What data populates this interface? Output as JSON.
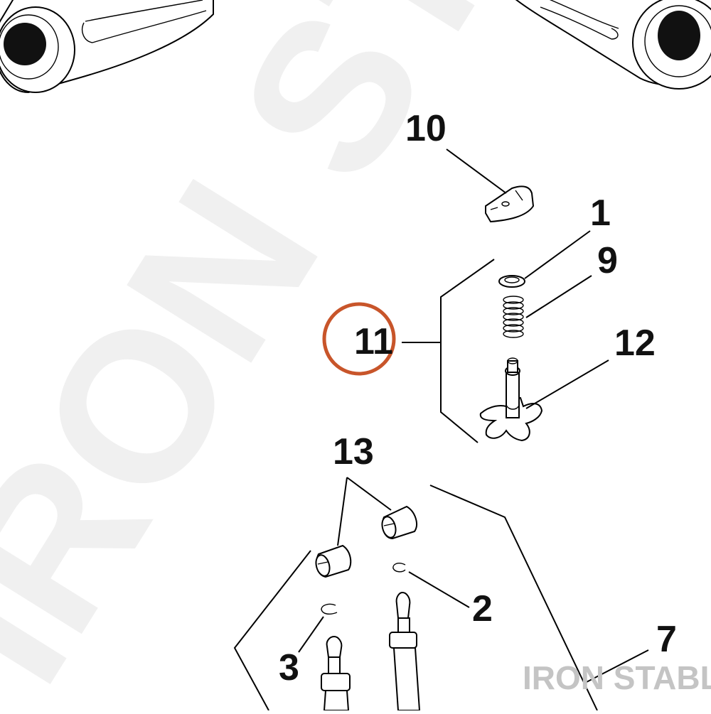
{
  "diagram": {
    "callouts": {
      "c1": "1",
      "c2": "2",
      "c3": "3",
      "c7": "7",
      "c9": "9",
      "c10": "10",
      "c11": "11",
      "c12": "12",
      "c13": "13"
    },
    "highlighted_callout": "11",
    "highlight_color": "#c8552a",
    "watermark_text": "IRON STABLE",
    "brand_label": "IRON STABLE",
    "brand_color": "#c4c4c4"
  }
}
